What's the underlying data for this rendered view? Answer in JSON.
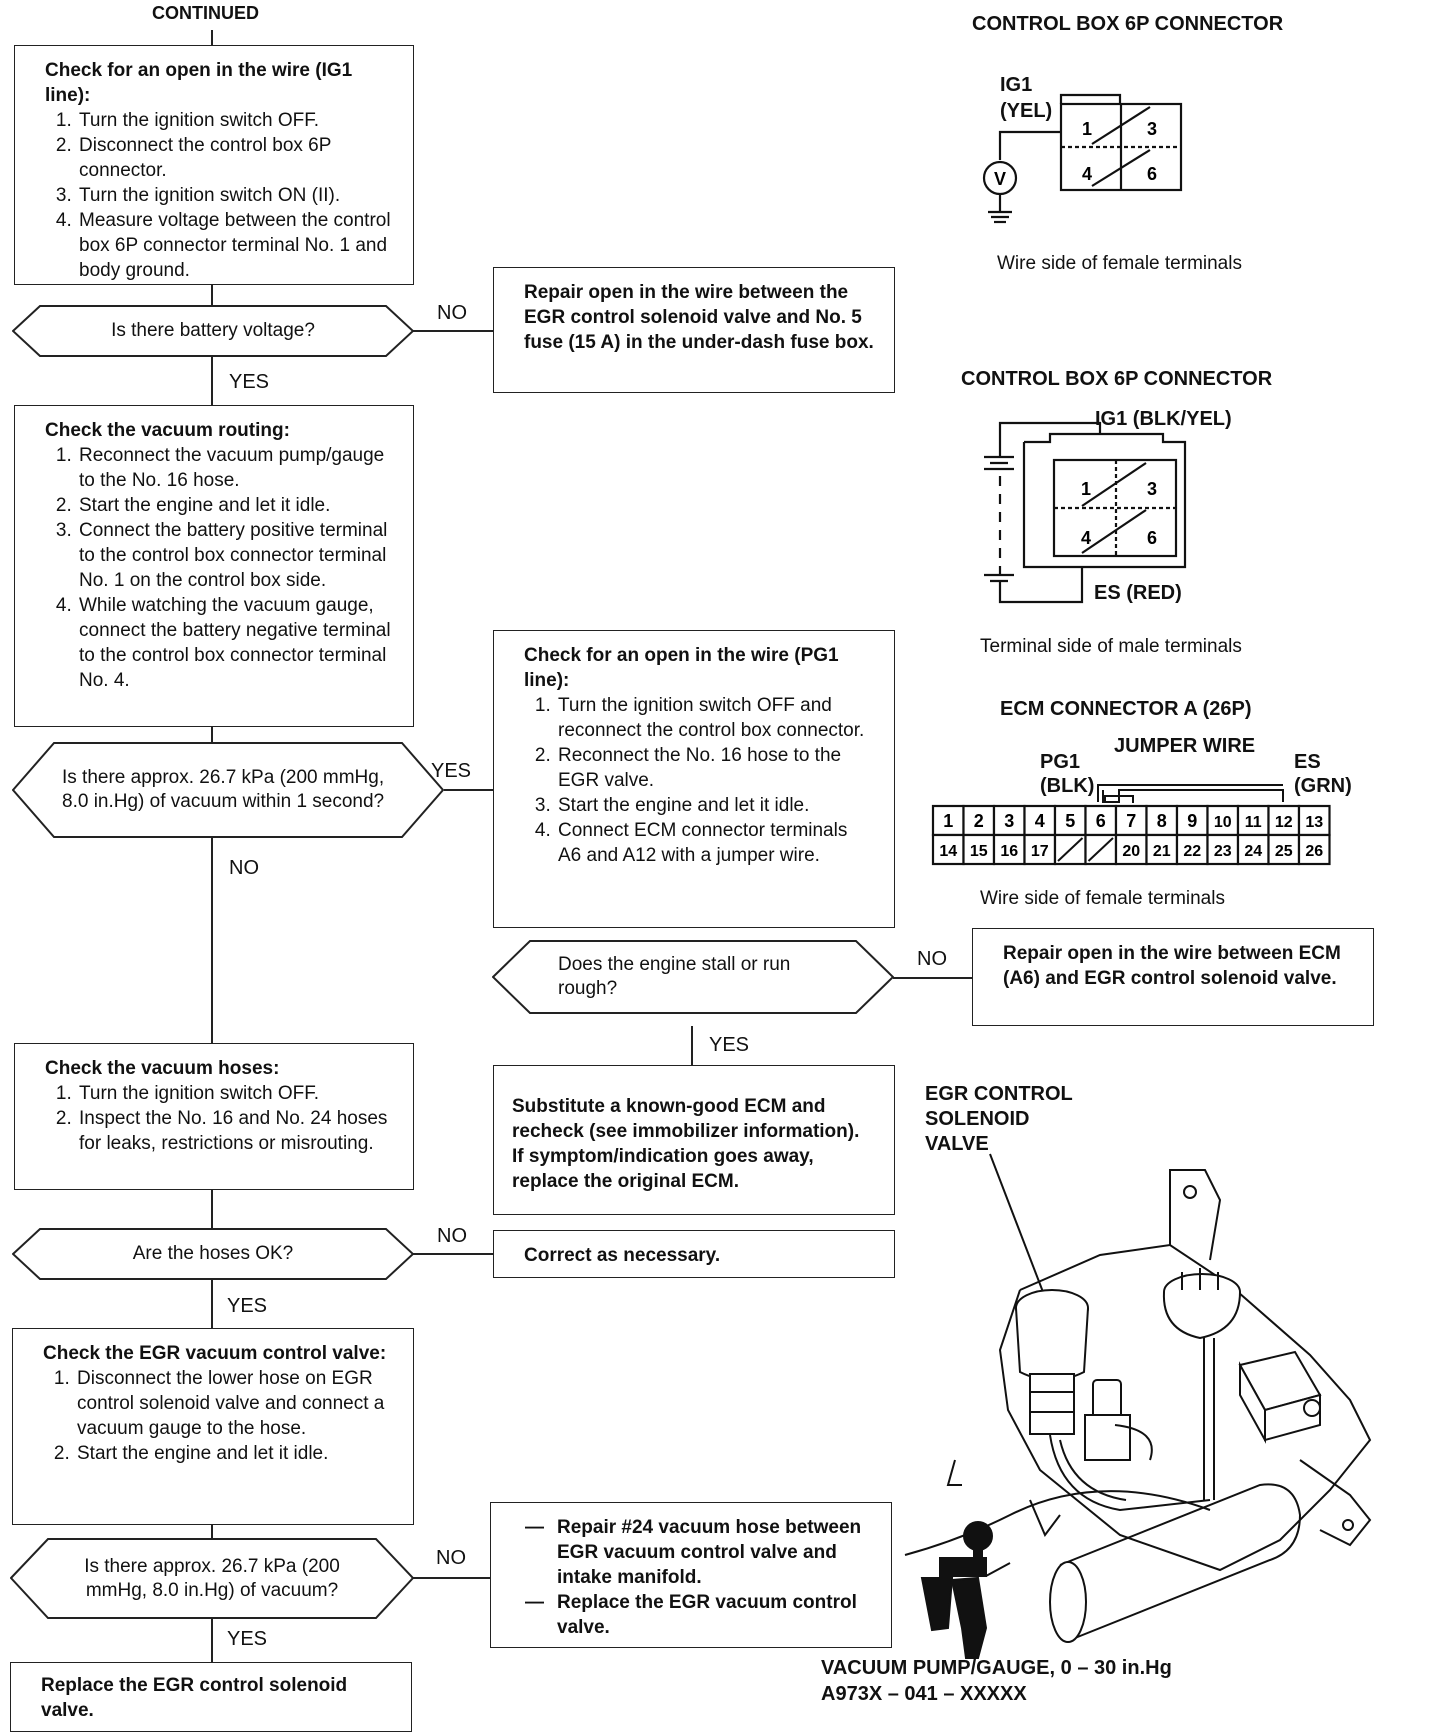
{
  "continued_label": "CONTINUED",
  "flow": {
    "check_ig1": {
      "title": "Check for an open in the wire (IG1 line):",
      "steps": [
        "Turn the ignition switch OFF.",
        "Disconnect the control box 6P connector.",
        "Turn the ignition switch ON (II).",
        "Measure voltage between the control box 6P connector terminal No. 1 and body ground."
      ]
    },
    "q_battery_voltage": "Is there battery voltage?",
    "repair_ig1": "Repair open in the wire between the EGR control solenoid valve and No. 5 fuse (15 A) in the under-dash fuse box.",
    "check_vacuum_routing": {
      "title": "Check the vacuum routing:",
      "steps": [
        "Reconnect the vacuum pump/gauge to the No. 16 hose.",
        "Start the engine and let it idle.",
        "Connect the battery positive terminal to the control box connector terminal No. 1 on the control box side.",
        "While watching the vacuum gauge, connect the battery negative terminal to the control box connector terminal No. 4."
      ]
    },
    "q_vacuum_1sec": "Is there approx. 26.7 kPa (200 mmHg, 8.0 in.Hg) of vacuum within 1 second?",
    "check_pg1": {
      "title": "Check for an open in the wire (PG1 line):",
      "steps": [
        "Turn the ignition switch OFF and reconnect the control box connector.",
        "Reconnect the No. 16 hose to the EGR valve.",
        "Start the engine and let it idle.",
        "Connect ECM connector terminals A6 and A12 with a jumper wire."
      ]
    },
    "q_stall": "Does the engine stall or run rough?",
    "repair_ecm_a6": "Repair open in the wire between ECM (A6) and EGR control solenoid valve.",
    "substitute_ecm": "Substitute a known-good ECM and recheck (see immobilizer information). If symptom/indication goes away, replace the original ECM.",
    "check_vacuum_hoses": {
      "title": "Check the vacuum hoses:",
      "steps": [
        "Turn the ignition switch OFF.",
        "Inspect the No. 16 and No. 24 hoses for leaks, restrictions or misrouting."
      ]
    },
    "q_hoses_ok": "Are the hoses OK?",
    "correct_as_necessary": "Correct as necessary.",
    "check_egr_vacuum_control": {
      "title": "Check the EGR vacuum control valve:",
      "steps": [
        "Disconnect the lower hose on EGR control solenoid valve and connect a vacuum gauge to the hose.",
        "Start the engine and let it idle."
      ]
    },
    "q_vacuum": "Is there approx. 26.7 kPa (200 mmHg, 8.0 in.Hg) of vacuum?",
    "repair_24_hose": [
      "Repair #24 vacuum hose between EGR vacuum control valve and intake manifold.",
      "Replace the EGR vacuum control valve."
    ],
    "replace_solenoid": "Replace the EGR control solenoid valve.",
    "labels": {
      "yes": "YES",
      "no": "NO"
    }
  },
  "diagrams": {
    "control_box_1": {
      "title": "CONTROL BOX 6P CONNECTOR",
      "wire_label_1": "IG1",
      "wire_label_2": "(YEL)",
      "terminals": [
        "1",
        "3",
        "4",
        "6"
      ],
      "meter": "V",
      "caption": "Wire side of female terminals"
    },
    "control_box_2": {
      "title": "CONTROL BOX 6P CONNECTOR",
      "wire_label_top": "IG1 (BLK/YEL)",
      "wire_label_bottom": "ES (RED)",
      "terminals": [
        "1",
        "3",
        "4",
        "6"
      ],
      "caption": "Terminal side of male terminals"
    },
    "ecm_connector": {
      "title": "ECM CONNECTOR A (26P)",
      "jumper_label": "JUMPER WIRE",
      "pg1_label_1": "PG1",
      "pg1_label_2": "(BLK)",
      "es_label_1": "ES",
      "es_label_2": "(GRN)",
      "row1": [
        "1",
        "2",
        "3",
        "4",
        "5",
        "6",
        "7",
        "8",
        "9",
        "10",
        "11",
        "12",
        "13"
      ],
      "row2": [
        "14",
        "15",
        "16",
        "17",
        "",
        "",
        "20",
        "21",
        "22",
        "23",
        "24",
        "25",
        "26"
      ],
      "caption": "Wire side of female terminals"
    },
    "egr_illustration": {
      "solenoid_label": [
        "EGR CONTROL",
        "SOLENOID",
        "VALVE"
      ],
      "gauge_label": "VACUUM PUMP/GAUGE, 0 – 30 in.Hg",
      "part_number": "A973X – 041 – XXXXX"
    }
  }
}
